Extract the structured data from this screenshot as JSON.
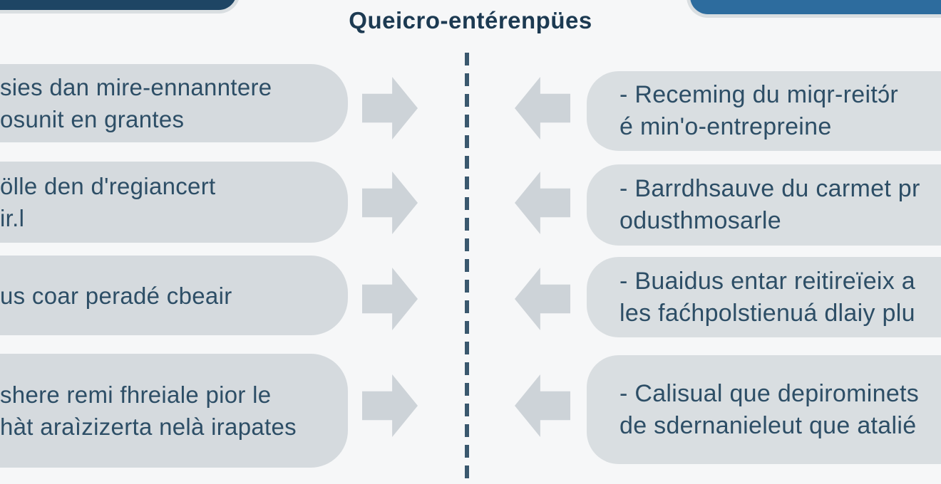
{
  "title": "Queicro-entérenpües",
  "left_column": {
    "items": [
      {
        "line1": "sies dan mire-ennanntere",
        "line2": "osunit en grantes"
      },
      {
        "line1": "ölle den d'regiancert",
        "line2": "ir.l"
      },
      {
        "line1": "us coar peradé cbeair",
        "line2": ""
      },
      {
        "line1": "shere remi fhreiale pior le",
        "line2": "hàt araìzizerta nelà irapates"
      }
    ]
  },
  "right_column": {
    "items": [
      {
        "line1": "- Receming du miqr-reitɔ́r",
        "line2": "é min'o-entrepreine"
      },
      {
        "line1": "- Barrdhsauve du carmet pr",
        "line2": "odusthmosarle"
      },
      {
        "line1": "- Buaidus entar reitireïeix a",
        "line2": "les faćhpolstienuá dlaiy plu"
      },
      {
        "line1": "- Calisual que depirominets",
        "line2": "de sdernanieleut que atalié"
      }
    ]
  },
  "colors": {
    "background": "#f6f7f8",
    "left_box_fill": "#d5dade",
    "right_box_fill": "#d9dee1",
    "arrow_fill": "#cdd3d8",
    "divider_dash": "#3a586e",
    "title_text": "#1c3a52",
    "box_text": "#2d4e66",
    "banner_left": "#1e4564",
    "banner_right": "#2d6c9e"
  }
}
